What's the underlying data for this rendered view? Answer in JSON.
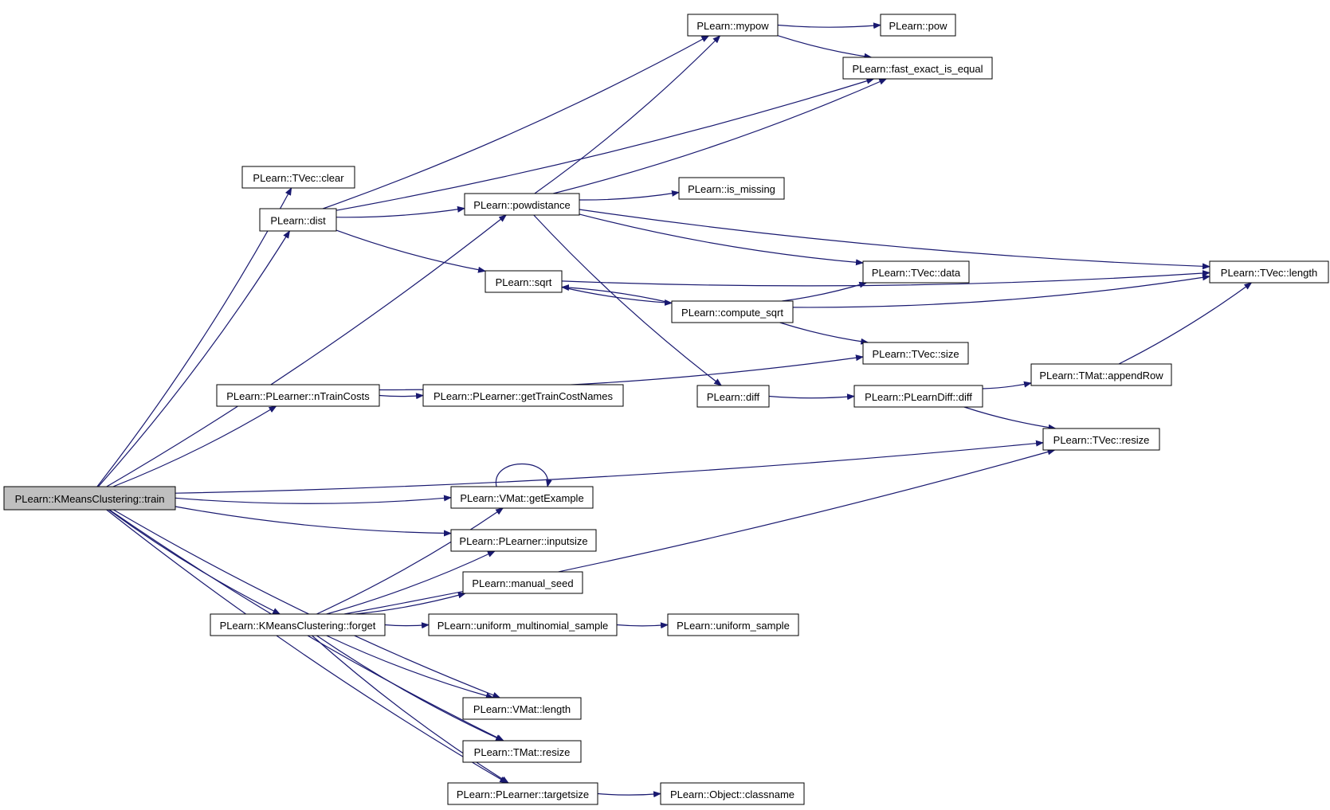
{
  "colors": {
    "edge": "#191970",
    "root_fill": "#bfbfbf",
    "node_fill": "#ffffff",
    "node_border": "#000000"
  },
  "nodes": [
    {
      "id": "train",
      "label": "PLearn::KMeansClustering::train",
      "root": true
    },
    {
      "id": "tvec_clear",
      "label": "PLearn::TVec::clear"
    },
    {
      "id": "dist",
      "label": "PLearn::dist"
    },
    {
      "id": "mypow",
      "label": "PLearn::mypow"
    },
    {
      "id": "pow",
      "label": "PLearn::pow"
    },
    {
      "id": "fast_exact_is_equal",
      "label": "PLearn::fast_exact_is_equal"
    },
    {
      "id": "powdistance",
      "label": "PLearn::powdistance"
    },
    {
      "id": "is_missing",
      "label": "PLearn::is_missing"
    },
    {
      "id": "sqrt",
      "label": "PLearn::sqrt"
    },
    {
      "id": "tvec_data",
      "label": "PLearn::TVec::data"
    },
    {
      "id": "tvec_length",
      "label": "PLearn::TVec::length"
    },
    {
      "id": "compute_sqrt",
      "label": "PLearn::compute_sqrt"
    },
    {
      "id": "tvec_size",
      "label": "PLearn::TVec::size"
    },
    {
      "id": "ntraincosts",
      "label": "PLearn::PLearner::nTrainCosts"
    },
    {
      "id": "gettraincostnames",
      "label": "PLearn::PLearner::getTrainCostNames"
    },
    {
      "id": "diff",
      "label": "PLearn::diff"
    },
    {
      "id": "plearndiff_diff",
      "label": "PLearn::PLearnDiff::diff"
    },
    {
      "id": "tmat_appendrow",
      "label": "PLearn::TMat::appendRow"
    },
    {
      "id": "tvec_resize",
      "label": "PLearn::TVec::resize"
    },
    {
      "id": "getexample",
      "label": "PLearn::VMat::getExample"
    },
    {
      "id": "inputsize",
      "label": "PLearn::PLearner::inputsize"
    },
    {
      "id": "manual_seed",
      "label": "PLearn::manual_seed"
    },
    {
      "id": "forget",
      "label": "PLearn::KMeansClustering::forget"
    },
    {
      "id": "uniform_multinomial_sample",
      "label": "PLearn::uniform_multinomial_sample"
    },
    {
      "id": "uniform_sample",
      "label": "PLearn::uniform_sample"
    },
    {
      "id": "vmat_length",
      "label": "PLearn::VMat::length"
    },
    {
      "id": "tmat_resize",
      "label": "PLearn::TMat::resize"
    },
    {
      "id": "targetsize",
      "label": "PLearn::PLearner::targetsize"
    },
    {
      "id": "object_classname",
      "label": "PLearn::Object::classname"
    }
  ],
  "edges": [
    [
      "train",
      "tvec_clear"
    ],
    [
      "train",
      "dist"
    ],
    [
      "train",
      "powdistance"
    ],
    [
      "train",
      "ntraincosts"
    ],
    [
      "train",
      "tvec_resize"
    ],
    [
      "train",
      "getexample"
    ],
    [
      "train",
      "inputsize"
    ],
    [
      "train",
      "forget"
    ],
    [
      "train",
      "vmat_length"
    ],
    [
      "train",
      "tmat_resize"
    ],
    [
      "train",
      "targetsize"
    ],
    [
      "dist",
      "mypow"
    ],
    [
      "dist",
      "fast_exact_is_equal"
    ],
    [
      "dist",
      "powdistance"
    ],
    [
      "dist",
      "sqrt"
    ],
    [
      "mypow",
      "pow"
    ],
    [
      "mypow",
      "fast_exact_is_equal"
    ],
    [
      "powdistance",
      "mypow"
    ],
    [
      "powdistance",
      "fast_exact_is_equal"
    ],
    [
      "powdistance",
      "is_missing"
    ],
    [
      "powdistance",
      "tvec_length"
    ],
    [
      "powdistance",
      "tvec_data"
    ],
    [
      "powdistance",
      "diff"
    ],
    [
      "sqrt",
      "tvec_length"
    ],
    [
      "sqrt",
      "compute_sqrt"
    ],
    [
      "compute_sqrt",
      "sqrt"
    ],
    [
      "compute_sqrt",
      "tvec_data"
    ],
    [
      "compute_sqrt",
      "tvec_length"
    ],
    [
      "compute_sqrt",
      "tvec_size"
    ],
    [
      "ntraincosts",
      "tvec_size"
    ],
    [
      "ntraincosts",
      "gettraincostnames"
    ],
    [
      "diff",
      "plearndiff_diff"
    ],
    [
      "plearndiff_diff",
      "tmat_appendrow"
    ],
    [
      "plearndiff_diff",
      "tvec_resize"
    ],
    [
      "tmat_appendrow",
      "tvec_length"
    ],
    [
      "getexample",
      "getexample"
    ],
    [
      "forget",
      "getexample"
    ],
    [
      "forget",
      "inputsize"
    ],
    [
      "forget",
      "manual_seed"
    ],
    [
      "forget",
      "uniform_multinomial_sample"
    ],
    [
      "forget",
      "tvec_resize"
    ],
    [
      "forget",
      "vmat_length"
    ],
    [
      "forget",
      "tmat_resize"
    ],
    [
      "forget",
      "targetsize"
    ],
    [
      "uniform_multinomial_sample",
      "uniform_sample"
    ],
    [
      "targetsize",
      "object_classname"
    ]
  ]
}
